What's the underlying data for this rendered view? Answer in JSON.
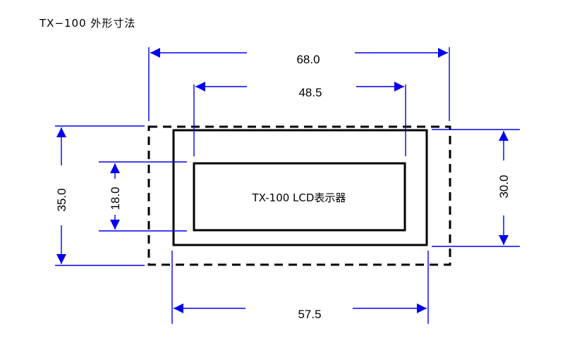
{
  "title": "TX−100 外形寸法",
  "lcd_label": "TX-100 LCD表示器",
  "dimensions": {
    "outer_width": "68.0",
    "lcd_width": "48.5",
    "body_width": "57.5",
    "outer_height": "35.0",
    "lcd_height": "18.0",
    "body_height": "30.0"
  },
  "colors": {
    "dimension": "#0000ee",
    "outline": "#000000"
  }
}
